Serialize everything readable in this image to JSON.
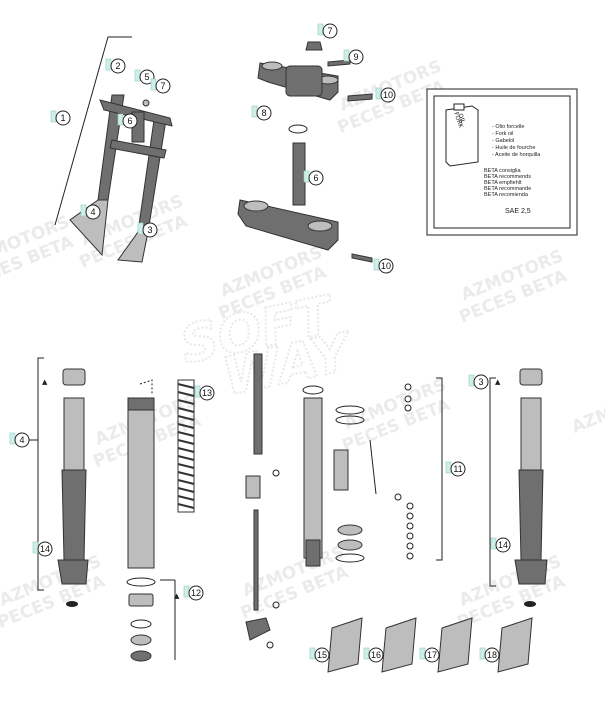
{
  "watermarks": {
    "line1": "AZMOTORS",
    "line2": "PECES BETA",
    "soft": "SOFT",
    "way": "WAY"
  },
  "callouts": [
    {
      "id": "c1",
      "label": "1"
    },
    {
      "id": "c2",
      "label": "2"
    },
    {
      "id": "c3",
      "label": "3"
    },
    {
      "id": "c4",
      "label": "4"
    },
    {
      "id": "c5",
      "label": "5"
    },
    {
      "id": "c6",
      "label": "6"
    },
    {
      "id": "c7",
      "label": "7"
    },
    {
      "id": "c8",
      "label": "8"
    },
    {
      "id": "c9",
      "label": "9"
    },
    {
      "id": "c10",
      "label": "10"
    },
    {
      "id": "c11",
      "label": "11"
    },
    {
      "id": "c12",
      "label": "12"
    },
    {
      "id": "c13",
      "label": "13"
    },
    {
      "id": "c14",
      "label": "14"
    },
    {
      "id": "c15",
      "label": "15"
    },
    {
      "id": "c16",
      "label": "16"
    },
    {
      "id": "c17",
      "label": "17"
    },
    {
      "id": "c18",
      "label": "18"
    }
  ],
  "oil_box": {
    "can_label_1": "FORK",
    "can_label_2": "OIL",
    "languages": [
      "- Olio forcelle",
      "- Fork oil",
      "- Gabelol",
      "- Huile de fourche",
      "- Aceite de horquilla"
    ],
    "recommendations": [
      "BETA consiglia",
      "BETA recommends",
      "BETA empfiehlt",
      "BETA recommande",
      "BETA recomienda"
    ],
    "spec": "SAE 2,5"
  }
}
